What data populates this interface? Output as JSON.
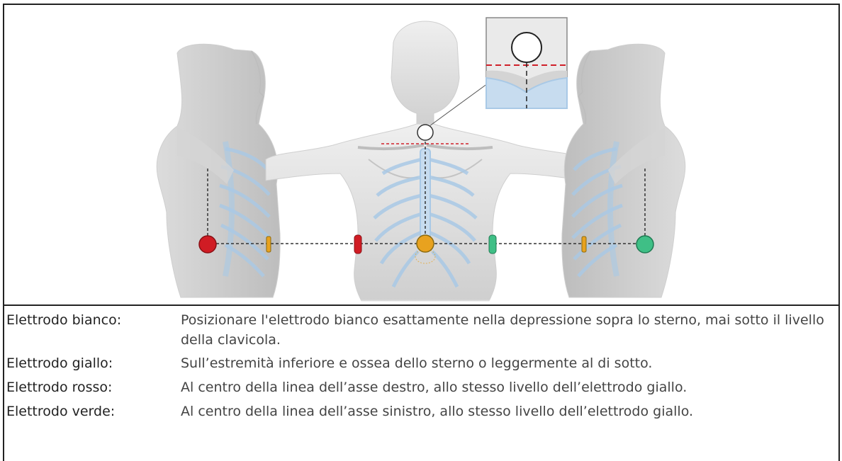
{
  "colors": {
    "white_electrode": "#ffffff",
    "yellow_electrode": "#e8a21f",
    "red_electrode": "#d01c24",
    "green_electrode": "#3fbf86",
    "guide_line": "#333333",
    "clavicle_level_line": "#d0202a",
    "ribcage": "#a9c9e6"
  },
  "icons": {
    "detail_inset": "magnified-suprasternal-notch",
    "figures": [
      "right-side-torso",
      "front-torso",
      "left-side-torso"
    ]
  },
  "legend": [
    {
      "term": "Elettrodo bianco:",
      "description": "Posizionare l'elettrodo bianco esattamente nella depressione sopra lo sterno, mai sotto il livello della  clavicola."
    },
    {
      "term": "Elettrodo giallo:",
      "description": "Sull’estremità inferiore e ossea dello sterno o leggermente al di sotto."
    },
    {
      "term": "Elettrodo rosso:",
      "description": "Al centro della linea dell’asse destro, allo stesso livello dell’elettrodo giallo."
    },
    {
      "term": "Elettrodo verde:",
      "description": "Al centro della linea dell’asse sinistro, allo stesso livello dell’elettrodo giallo."
    }
  ]
}
